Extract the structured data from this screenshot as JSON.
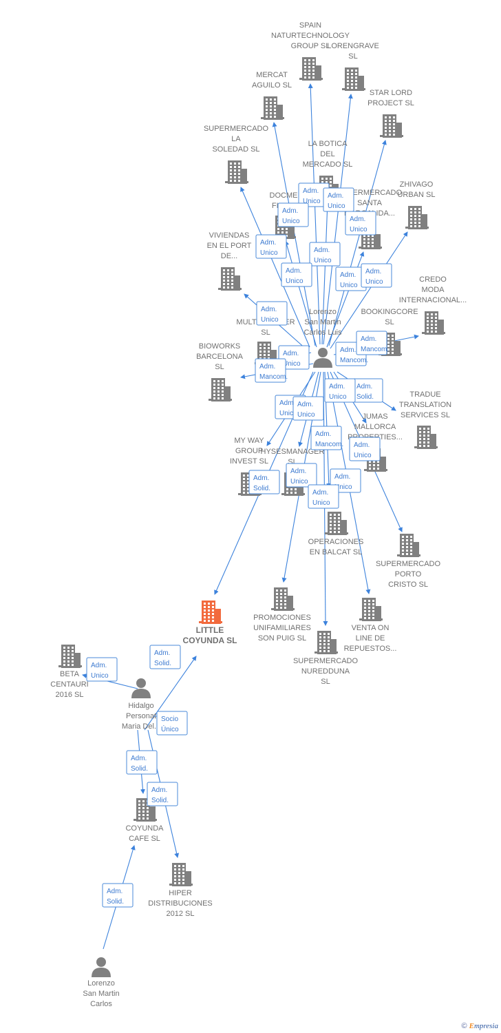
{
  "colors": {
    "building": "#808080",
    "focus": "#f26a3d",
    "person": "#808080",
    "edge": "#3c82dc"
  },
  "nodes": [
    {
      "id": "spain",
      "type": "company",
      "label": [
        "SPAIN",
        "NATURTECHNOLOGY",
        "GROUP SL"
      ]
    },
    {
      "id": "lorengrave",
      "type": "company",
      "label": [
        "LORENGRAVE",
        "SL"
      ]
    },
    {
      "id": "mercat",
      "type": "company",
      "label": [
        "MERCAT",
        "AGUILO  SL"
      ]
    },
    {
      "id": "starlord",
      "type": "company",
      "label": [
        "STAR LORD",
        "PROJECT  SL"
      ]
    },
    {
      "id": "soledad",
      "type": "company",
      "label": [
        "SUPERMERCADO",
        "LA",
        "SOLEDAD  SL"
      ]
    },
    {
      "id": "botica",
      "type": "company",
      "label": [
        "LA BOTICA",
        "DEL",
        "MERCADO SL"
      ]
    },
    {
      "id": "docme",
      "type": "company",
      "label": [
        "DOCME",
        "FILM..."
      ]
    },
    {
      "id": "santa",
      "type": "company",
      "label": [
        "SUPERMERCADO",
        "SANTA",
        "MARGALIDA..."
      ]
    },
    {
      "id": "zhivago",
      "type": "company",
      "label": [
        "ZHIVAGO",
        "URBAN SL"
      ]
    },
    {
      "id": "viviendas",
      "type": "company",
      "label": [
        "VIVIENDAS",
        "EN EL PORT",
        "DE..."
      ]
    },
    {
      "id": "credo",
      "type": "company",
      "label": [
        "CREDO",
        "MODA",
        "INTERNACIONAL..."
      ]
    },
    {
      "id": "multi",
      "type": "company",
      "label": [
        "MULTICHARTER",
        "SL"
      ]
    },
    {
      "id": "bookingcore",
      "type": "company",
      "label": [
        "BOOKINGCORE",
        "SL"
      ]
    },
    {
      "id": "bioworks",
      "type": "company",
      "label": [
        "BIOWORKS",
        "BARCELONA",
        "SL"
      ]
    },
    {
      "id": "tradue",
      "type": "company",
      "label": [
        "TRADUE",
        "TRANSLATION",
        "SERVICES SL"
      ]
    },
    {
      "id": "jumas",
      "type": "company",
      "label": [
        "JUMAS",
        "MALLORCA",
        "PROPERTIES..."
      ]
    },
    {
      "id": "myway",
      "type": "company",
      "label": [
        "MY WAY",
        "GROUP",
        "INVEST SL"
      ]
    },
    {
      "id": "hysesmanager",
      "type": "company",
      "label": [
        "HYSESMANAGER",
        "SL"
      ]
    },
    {
      "id": "operaciones",
      "type": "company",
      "label": [
        "OPERACIONES",
        "EN BALCAT  SL"
      ]
    },
    {
      "id": "porto",
      "type": "company",
      "label": [
        "SUPERMERCADO",
        "PORTO",
        "CRISTO  SL"
      ]
    },
    {
      "id": "little",
      "type": "focus",
      "label": [
        "LITTLE",
        "COYUNDA  SL"
      ]
    },
    {
      "id": "promociones",
      "type": "company",
      "label": [
        "PROMOCIONES",
        "UNIFAMILIARES",
        "SON PUIG SL"
      ]
    },
    {
      "id": "ventaonline",
      "type": "company",
      "label": [
        "VENTA ON",
        "LINE DE",
        "REPUESTOS..."
      ]
    },
    {
      "id": "nuredduna",
      "type": "company",
      "label": [
        "SUPERMERCADO",
        "NUREDDUNA",
        "SL"
      ]
    },
    {
      "id": "beta",
      "type": "company",
      "label": [
        "BETA",
        "CENTAURI",
        "2016  SL"
      ]
    },
    {
      "id": "coyunda",
      "type": "company",
      "label": [
        "COYUNDA",
        "CAFE  SL"
      ]
    },
    {
      "id": "hiper",
      "type": "company",
      "label": [
        "HIPER",
        "DISTRIBUCIONES",
        "2012 SL"
      ]
    },
    {
      "id": "lorenzo_luis",
      "type": "person",
      "label": [
        "Lorenzo",
        "San Martin",
        "Carlos Luis"
      ]
    },
    {
      "id": "hidalgo",
      "type": "person",
      "label": [
        "Hidalgo",
        "Personat",
        "Maria Del..."
      ]
    },
    {
      "id": "lorenzo_carlos",
      "type": "person",
      "label": [
        "Lorenzo",
        "San Martin",
        "Carlos"
      ]
    }
  ],
  "relations": [
    {
      "from": "lorenzo_luis",
      "to": "spain",
      "label": [
        "Adm.",
        "Unico"
      ]
    },
    {
      "from": "lorenzo_luis",
      "to": "lorengrave",
      "label": [
        "Adm.",
        "Unico"
      ]
    },
    {
      "from": "lorenzo_luis",
      "to": "mercat",
      "label": [
        "Adm.",
        "Unico"
      ]
    },
    {
      "from": "lorenzo_luis",
      "to": "starlord",
      "label": [
        "Adm.",
        "Unico"
      ]
    },
    {
      "from": "lorenzo_luis",
      "to": "soledad",
      "label": [
        "Adm.",
        "Unico"
      ]
    },
    {
      "from": "lorenzo_luis",
      "to": "botica",
      "label": [
        "Adm.",
        "Unico"
      ]
    },
    {
      "from": "lorenzo_luis",
      "to": "docme",
      "label": [
        "Adm.",
        "Unico"
      ]
    },
    {
      "from": "lorenzo_luis",
      "to": "santa",
      "label": [
        "Adm.",
        "Unico"
      ]
    },
    {
      "from": "lorenzo_luis",
      "to": "zhivago",
      "label": [
        "Adm.",
        "Unico"
      ]
    },
    {
      "from": "lorenzo_luis",
      "to": "viviendas",
      "label": [
        "Adm.",
        "Unico"
      ]
    },
    {
      "from": "lorenzo_luis",
      "to": "multi",
      "label": [
        "Adm.",
        "Unico"
      ]
    },
    {
      "from": "lorenzo_luis",
      "to": "bookingcore",
      "label": [
        "Adm.",
        "Mancom."
      ]
    },
    {
      "from": "lorenzo_luis",
      "to": "credo",
      "label": [
        "Adm.",
        "Mancom."
      ]
    },
    {
      "from": "lorenzo_luis",
      "to": "bioworks",
      "label": [
        "Adm.",
        "Mancom."
      ]
    },
    {
      "from": "lorenzo_luis",
      "to": "tradue",
      "label": [
        "Adm.",
        "Solid."
      ]
    },
    {
      "from": "lorenzo_luis",
      "to": "jumas",
      "label": [
        "Adm.",
        "Unico"
      ]
    },
    {
      "from": "lorenzo_luis",
      "to": "myway",
      "label": [
        "Adm.",
        "Unico"
      ]
    },
    {
      "from": "lorenzo_luis",
      "to": "hysesmanager",
      "label": [
        "Adm.",
        "Unico"
      ]
    },
    {
      "from": "lorenzo_luis",
      "to": "operaciones",
      "label": [
        "Adm.",
        "Mancom."
      ]
    },
    {
      "from": "lorenzo_luis",
      "to": "porto",
      "label": [
        "Adm.",
        "Unico"
      ]
    },
    {
      "from": "lorenzo_luis",
      "to": "little",
      "label": [
        "Adm.",
        "Solid."
      ]
    },
    {
      "from": "lorenzo_luis",
      "to": "promociones",
      "label": [
        "Adm.",
        "Unico"
      ]
    },
    {
      "from": "lorenzo_luis",
      "to": "ventaonline",
      "label": [
        "Adm.",
        "Unico"
      ]
    },
    {
      "from": "lorenzo_luis",
      "to": "nuredduna",
      "label": [
        "Adm.",
        "Unico"
      ]
    },
    {
      "from": "hidalgo",
      "to": "beta",
      "label": [
        "Adm.",
        "Unico"
      ]
    },
    {
      "from": "hidalgo",
      "to": "little",
      "label": [
        "Adm.",
        "Solid."
      ]
    },
    {
      "from": "hidalgo",
      "to": "little",
      "label": [
        "Socio",
        "Único"
      ]
    },
    {
      "from": "hidalgo",
      "to": "coyunda",
      "label": [
        "Adm.",
        "Solid."
      ]
    },
    {
      "from": "hidalgo",
      "to": "hiper",
      "label": [
        "Adm.",
        "Solid."
      ]
    },
    {
      "from": "lorenzo_carlos",
      "to": "coyunda",
      "label": [
        "Adm.",
        "Solid."
      ]
    }
  ],
  "footer": {
    "copyright": "©",
    "brand_e": "E",
    "brand_rest": "mpresia"
  }
}
